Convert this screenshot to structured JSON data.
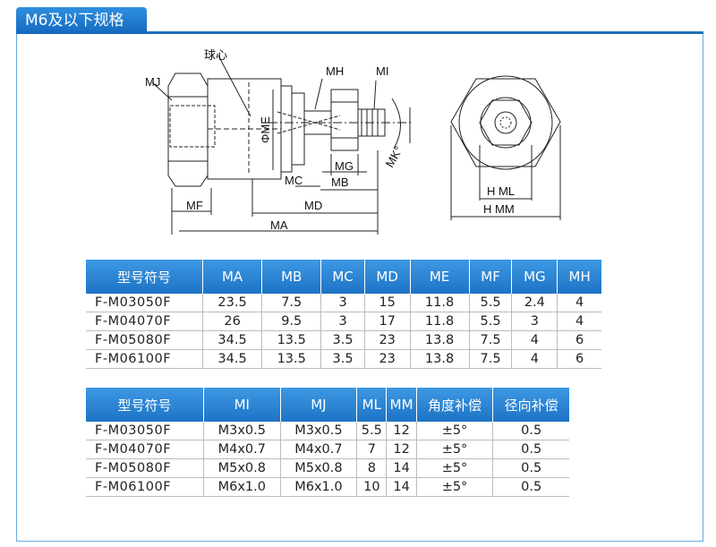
{
  "header": {
    "title": "M6及以下规格"
  },
  "drawing": {
    "labels": {
      "ball_center": "球心",
      "mj": "MJ",
      "me": "ΦME",
      "mh": "MH",
      "mi": "MI",
      "mg": "MG",
      "mc": "MC",
      "mb": "MB",
      "md": "MD",
      "mf": "MF",
      "ma": "MA",
      "mk": "MK°",
      "h_ml": "H  ML",
      "h_mm": "H  MM"
    }
  },
  "table1": {
    "headers": [
      "型号符号",
      "MA",
      "MB",
      "MC",
      "MD",
      "ME",
      "MF",
      "MG",
      "MH"
    ],
    "rows": [
      [
        "F-M03050F",
        "23.5",
        "7.5",
        "3",
        "15",
        "11.8",
        "5.5",
        "2.4",
        "4"
      ],
      [
        "F-M04070F",
        "26",
        "9.5",
        "3",
        "17",
        "11.8",
        "5.5",
        "3",
        "4"
      ],
      [
        "F-M05080F",
        "34.5",
        "13.5",
        "3.5",
        "23",
        "13.8",
        "7.5",
        "4",
        "6"
      ],
      [
        "F-M06100F",
        "34.5",
        "13.5",
        "3.5",
        "23",
        "13.8",
        "7.5",
        "4",
        "6"
      ]
    ]
  },
  "table2": {
    "headers": [
      "型号符号",
      "MI",
      "MJ",
      "ML",
      "MM",
      "角度补偿",
      "径向补偿"
    ],
    "rows": [
      [
        "F-M03050F",
        "M3x0.5",
        "M3x0.5",
        "5.5",
        "12",
        "±5°",
        "0.5"
      ],
      [
        "F-M04070F",
        "M4x0.7",
        "M4x0.7",
        "7",
        "12",
        "±5°",
        "0.5"
      ],
      [
        "F-M05080F",
        "M5x0.8",
        "M5x0.8",
        "8",
        "14",
        "±5°",
        "0.5"
      ],
      [
        "F-M06100F",
        "M6x1.0",
        "M6x1.0",
        "10",
        "14",
        "±5°",
        "0.5"
      ]
    ]
  }
}
